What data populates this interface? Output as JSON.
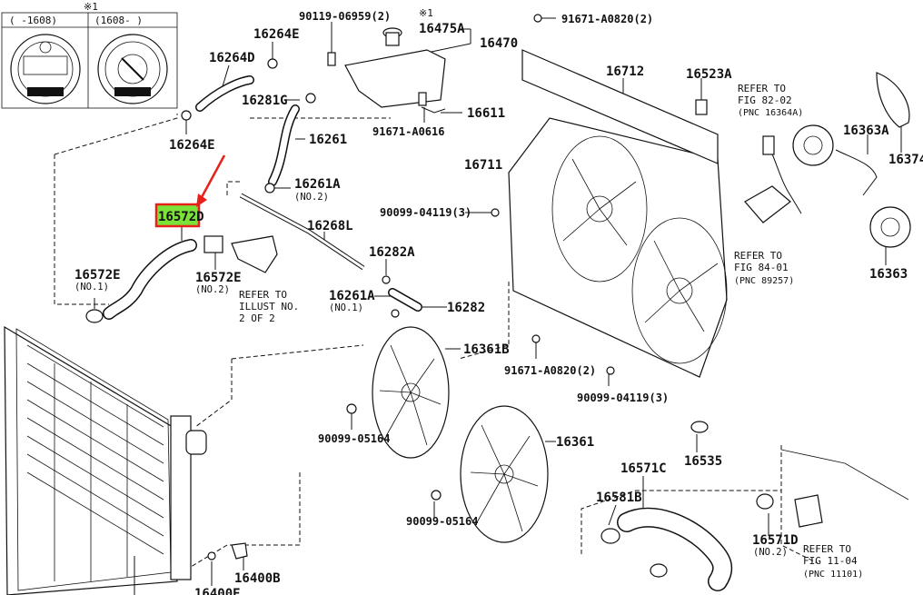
{
  "diagram": {
    "inset": {
      "mark": "※1",
      "left_range": "(  -1608)",
      "right_range": "(1608-   )"
    },
    "callouts": [
      {
        "id": "c01",
        "label": "90119-06959(2)"
      },
      {
        "id": "c02",
        "label": "※1"
      },
      {
        "id": "c03",
        "label": "16475A"
      },
      {
        "id": "c04",
        "label": "16470"
      },
      {
        "id": "c05",
        "label": "91671-A0820(2)"
      },
      {
        "id": "c06",
        "label": "16264E"
      },
      {
        "id": "c07",
        "label": "16264D"
      },
      {
        "id": "c08",
        "label": "16281G"
      },
      {
        "id": "c09",
        "label": "16264E"
      },
      {
        "id": "c10",
        "label": "16261"
      },
      {
        "id": "c11",
        "label": "91671-A0616"
      },
      {
        "id": "c12",
        "label": "16611"
      },
      {
        "id": "c13",
        "label": "16712"
      },
      {
        "id": "c14",
        "label": "16523A"
      },
      {
        "id": "c15",
        "label": "16711"
      },
      {
        "id": "c16",
        "label": "16261A"
      },
      {
        "id": "c17",
        "label": "16572D"
      },
      {
        "id": "c18",
        "label": "16268L"
      },
      {
        "id": "c19",
        "label": "90099-04119(3)"
      },
      {
        "id": "c20",
        "label": "16282A"
      },
      {
        "id": "c21",
        "label": "16572E"
      },
      {
        "id": "c22",
        "label": "16572E"
      },
      {
        "id": "c23",
        "label": "16261A"
      },
      {
        "id": "c24",
        "label": "16282"
      },
      {
        "id": "c25",
        "label": "16361B"
      },
      {
        "id": "c26",
        "label": "91671-A0820(2)"
      },
      {
        "id": "c27",
        "label": "90099-04119(3)"
      },
      {
        "id": "c28",
        "label": "90099-05164"
      },
      {
        "id": "c29",
        "label": "16361"
      },
      {
        "id": "c30",
        "label": "16535"
      },
      {
        "id": "c31",
        "label": "16571C"
      },
      {
        "id": "c32",
        "label": "16581B"
      },
      {
        "id": "c33",
        "label": "90099-05164"
      },
      {
        "id": "c34",
        "label": "16571D"
      },
      {
        "id": "c35",
        "label": "16400B"
      },
      {
        "id": "c36",
        "label": "16400E"
      },
      {
        "id": "c37",
        "label": "16363A"
      },
      {
        "id": "c38",
        "label": "16374"
      },
      {
        "id": "c39",
        "label": "16363"
      }
    ],
    "sublabels": [
      {
        "id": "s1",
        "text": "(NO.2)"
      },
      {
        "id": "s2",
        "text": "(NO.1)"
      },
      {
        "id": "s3",
        "text": "(NO.2)"
      },
      {
        "id": "s4",
        "text": "(NO.1)"
      },
      {
        "id": "s5",
        "text": "(NO.2)"
      }
    ],
    "notes": [
      {
        "id": "n1",
        "lines": [
          "REFER TO",
          "ILLUST NO.",
          "2 OF 2"
        ]
      },
      {
        "id": "n2",
        "lines": [
          "REFER TO",
          "FIG 82-02",
          "(PNC 16364A)"
        ]
      },
      {
        "id": "n3",
        "lines": [
          "REFER TO",
          "FIG 84-01",
          "(PNC 89257)"
        ]
      },
      {
        "id": "n4",
        "lines": [
          "REFER TO",
          "FIG 11-04",
          "(PNC 11101)"
        ]
      }
    ],
    "highlight": {
      "part": "16572D",
      "box_color": "#e8201a",
      "fill_color": "#7be23a",
      "arrow_color": "#e8201a"
    }
  }
}
